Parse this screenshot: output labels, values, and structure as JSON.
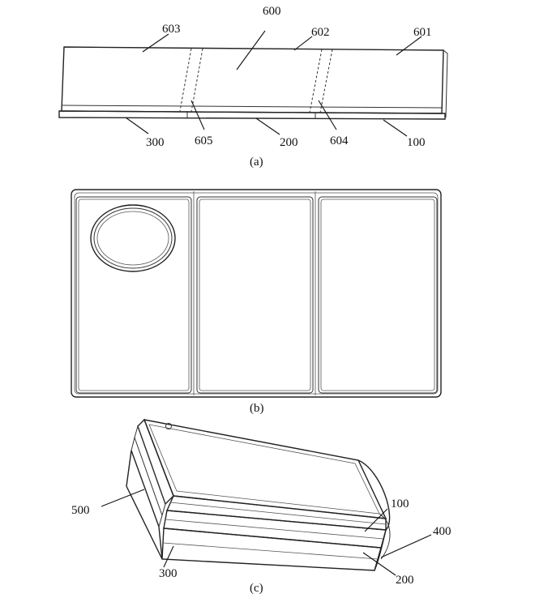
{
  "panels": {
    "a": {
      "caption": "(a)",
      "labels": {
        "l600": "600",
        "l603": "603",
        "l602": "602",
        "l601": "601",
        "l300": "300",
        "l605": "605",
        "l200": "200",
        "l604": "604",
        "l100": "100"
      }
    },
    "b": {
      "caption": "(b)"
    },
    "c": {
      "caption": "(c)",
      "labels": {
        "l500": "500",
        "l100": "100",
        "l400": "400",
        "l300": "300",
        "l200": "200"
      }
    }
  }
}
